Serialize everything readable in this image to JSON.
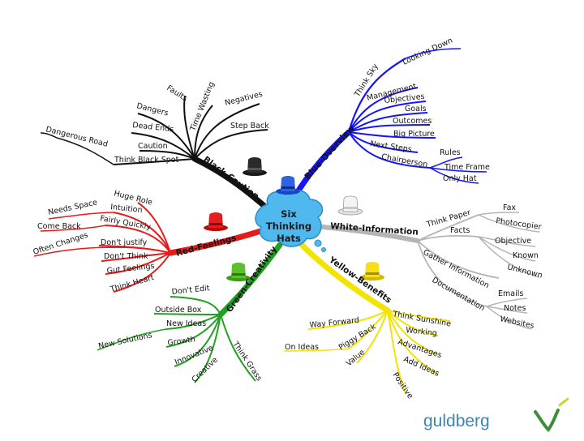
{
  "center": {
    "lines": [
      "Six",
      "Thinking",
      "Hats"
    ]
  },
  "brand": {
    "name": "guldberg"
  },
  "colors": {
    "blue": "#1414ff",
    "black": "#111111",
    "white": "#b5b5b5",
    "red": "#e51b1b",
    "yellow": "#f2e400",
    "green": "#21a121",
    "bubble": "#4fb8ef",
    "brand": "#3a86b8"
  },
  "branches": {
    "blue": {
      "label": "Blue-Overview",
      "items": [
        "Think Sky",
        "Looking Down",
        "Management",
        "Objectives",
        "Goals",
        "Outcomes",
        "Big Picture",
        "Next Steps",
        "Chairperson",
        "Rules",
        "Time Frame",
        "Only Hat"
      ]
    },
    "black": {
      "label": "Black-Caution",
      "items": [
        "Faults",
        "Time Wasting",
        "Negatives",
        "Dangers",
        "Dead Ends",
        "Step Back",
        "Caution",
        "Dangerous Road",
        "Think Black Spot"
      ]
    },
    "white": {
      "label": "White-Information",
      "items": [
        "Think Paper",
        "Fax",
        "Photocopier",
        "Facts",
        "Objective",
        "Known",
        "Gather Information",
        "Unknown",
        "Documentation",
        "Emails",
        "Notes",
        "Websites"
      ]
    },
    "red": {
      "label": "Red-Feelings",
      "items": [
        "Huge Role",
        "Intuition",
        "Needs Space",
        "Fairly Quickly",
        "Come Back",
        "Often Changes",
        "Don't justify",
        "Don't Think",
        "Gut Feelings",
        "Think Heart"
      ]
    },
    "green": {
      "label": "Green-Creativity",
      "items": [
        "Don't Edit",
        "Outside Box",
        "New Ideas",
        "New Solutions",
        "Growth",
        "Innovative",
        "Creative",
        "Think Grass"
      ]
    },
    "yellow": {
      "label": "Yellow-Benefits",
      "items": [
        "Think Sunshine",
        "Way Forward",
        "Working",
        "Piggy Back",
        "On Ideas",
        "Advantages",
        "Value",
        "Add Ideas",
        "Positive"
      ]
    }
  }
}
